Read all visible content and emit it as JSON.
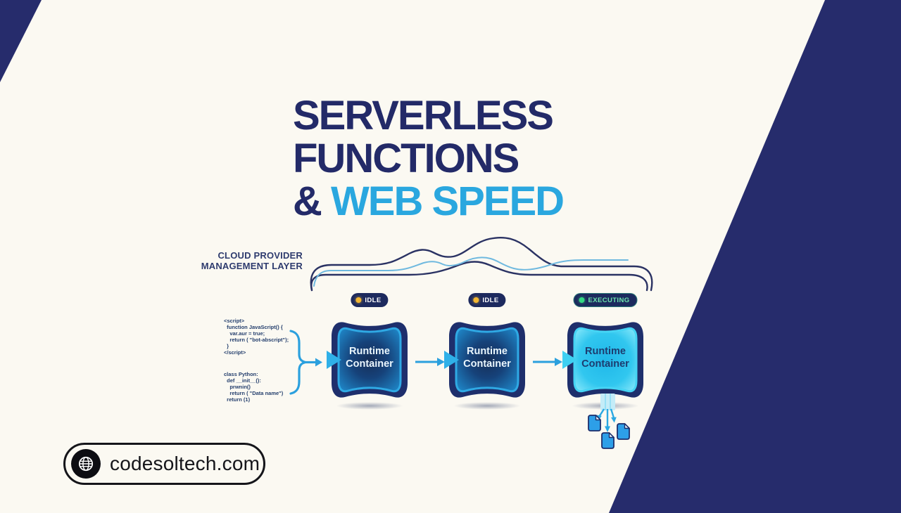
{
  "title": {
    "line1": "SERVERLESS",
    "line2": "FUNCTIONS",
    "amp": "&",
    "highlight": "WEB SPEED"
  },
  "cloud": {
    "label_line1": "CLOUD PROVIDER",
    "label_line2": "MANAGEMENT LAYER"
  },
  "code": {
    "javascript": "<script>\n  function JavaScript() {\n    var.aur = true;\n    return ( \"bot-abscript\");\n  }\n</script>",
    "python": "class Python:\n  def __init__():\n    prwnin()\n    return ( \"Data name\")\n  return (1)"
  },
  "containers": [
    {
      "status": "IDLE",
      "state": "idle",
      "label": "Runtime Container"
    },
    {
      "status": "IDLE",
      "state": "idle",
      "label": "Runtime Container"
    },
    {
      "status": "EXECUTING",
      "state": "executing",
      "label": "Runtime Container"
    }
  ],
  "footer": {
    "website": "codesoltech.com"
  },
  "colors": {
    "background": "#FBF9F2",
    "navy": "#232A68",
    "accent_blue": "#2AA7DF",
    "badge_bg": "#1D2A5E",
    "idle_dot": "#F2B632",
    "executing_dot": "#34D882",
    "executing_text": "#6FE6AE",
    "container_border": "#2FA9E4",
    "arrow_blue": "#2BA0DE",
    "doc_blue": "#2D9FE8"
  }
}
